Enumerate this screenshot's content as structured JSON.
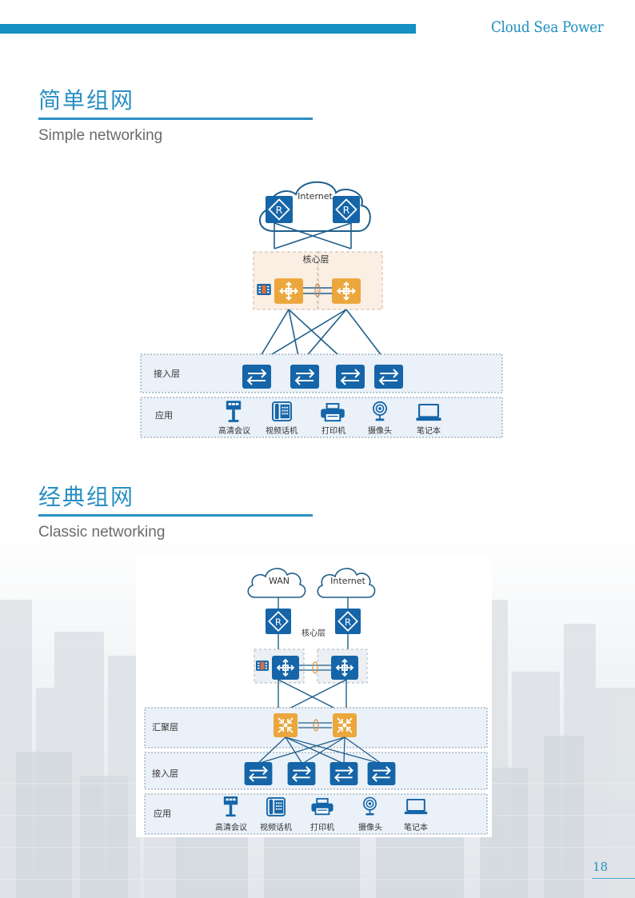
{
  "header": {
    "brand": "Cloud Sea Power",
    "accent_color": "#168fc1"
  },
  "sections": [
    {
      "title": "简单组网",
      "subtitle": "Simple networking",
      "diagram": {
        "cloud_label": "Internet",
        "core_label": "核心层",
        "access_label": "接入层",
        "app_label": "应用",
        "devices": [
          "高清会议",
          "视频话机",
          "打印机",
          "摄像头",
          "笔记本"
        ]
      }
    },
    {
      "title": "经典组网",
      "subtitle": "Classic networking",
      "diagram": {
        "cloud_labels": [
          "WAN",
          "Internet"
        ],
        "core_label": "核心层",
        "aggregation_label": "汇聚层",
        "access_label": "接入层",
        "app_label": "应用",
        "devices": [
          "高清会议",
          "视频话机",
          "打印机",
          "摄像头",
          "笔记本"
        ]
      }
    }
  ],
  "footer": {
    "page_number": "18"
  },
  "colors": {
    "device_blue": "#1565a8",
    "device_orange": "#eba73c",
    "link_line": "#1f5f8b",
    "layer_fill": "#eaf1f8",
    "core_fill": "#fbeee2"
  }
}
